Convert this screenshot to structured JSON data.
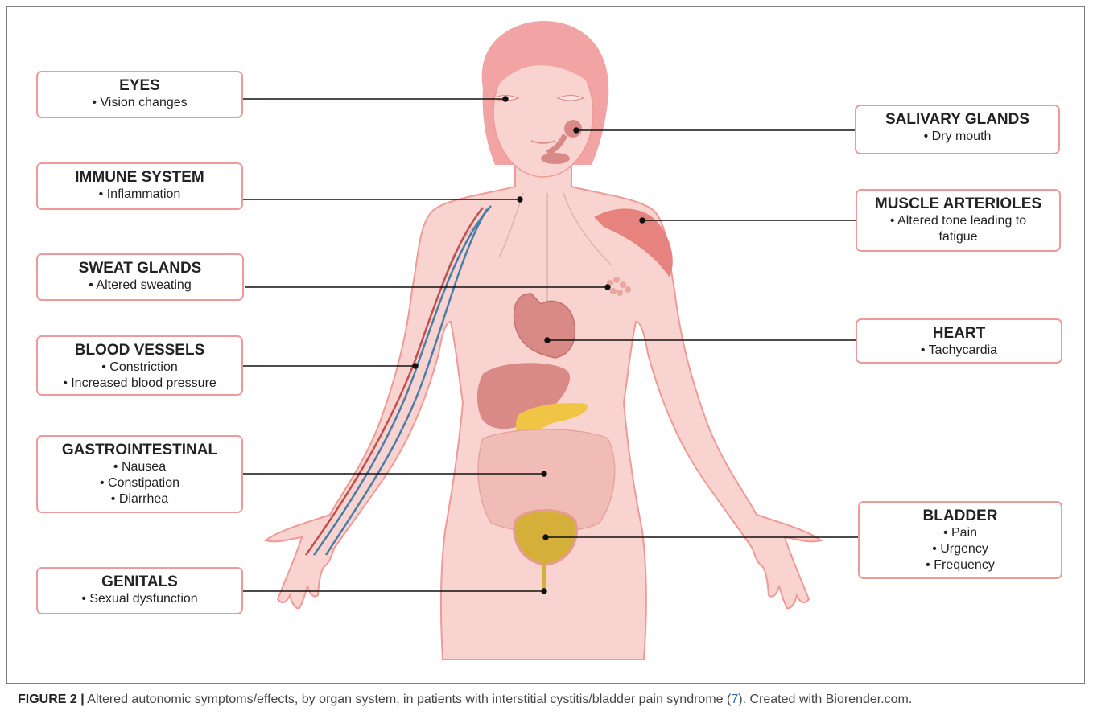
{
  "labels": {
    "eyes": {
      "title": "EYES",
      "items": [
        "• Vision changes"
      ]
    },
    "immune": {
      "title": "IMMUNE SYSTEM",
      "items": [
        "• Inflammation"
      ]
    },
    "sweat": {
      "title": "SWEAT GLANDS",
      "items": [
        "• Altered sweating"
      ]
    },
    "blood": {
      "title": "BLOOD VESSELS",
      "items": [
        "• Constriction",
        "• Increased blood pressure"
      ]
    },
    "gi": {
      "title": "GASTROINTESTINAL",
      "items": [
        "• Nausea",
        "• Constipation",
        "• Diarrhea"
      ]
    },
    "genitals": {
      "title": "GENITALS",
      "items": [
        "• Sexual dysfunction"
      ]
    },
    "salivary": {
      "title": "SALIVARY GLANDS",
      "items": [
        "• Dry mouth"
      ]
    },
    "muscle": {
      "title": "MUSCLE ARTERIOLES",
      "items": [
        "• Altered tone leading to",
        "fatigue"
      ]
    },
    "heart": {
      "title": "HEART",
      "items": [
        "• Tachycardia"
      ]
    },
    "bladder": {
      "title": "BLADDER",
      "items": [
        "• Pain",
        "• Urgency",
        "• Frequency"
      ]
    }
  },
  "caption": {
    "lead": "FIGURE 2 |",
    "text": " Altered autonomic symptoms/effects, by organ system, in patients with interstitial cystitis/bladder pain syndrome (",
    "ref": "7",
    "tail": "). Created with Biorender.com."
  },
  "colors": {
    "skin": "#f9d3cf",
    "skin_outline": "#ef9a96",
    "hair": "#f2a3a3",
    "box_border": "#ee9a9a",
    "artery": "#c0504d",
    "vein": "#4a7ea8",
    "bladder": "#d4b03a",
    "pancreas": "#f0c545",
    "leader": "#111111"
  }
}
